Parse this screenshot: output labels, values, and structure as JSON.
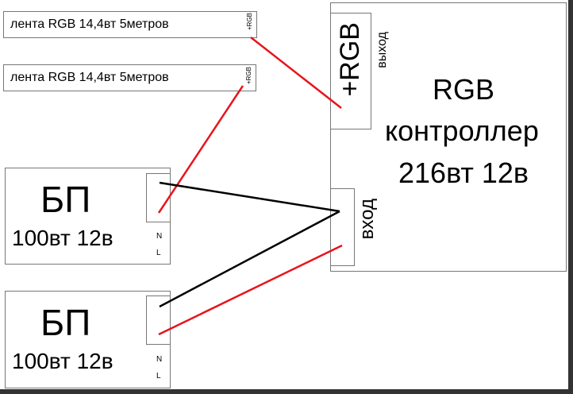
{
  "strips": [
    {
      "label": "лента RGB 14,4вт  5метров",
      "terminal": "+RGB"
    },
    {
      "label": "лента RGB 14,4вт  5метров",
      "terminal": "+RGB"
    }
  ],
  "controller": {
    "line1": "RGB",
    "line2": "контроллер",
    "line3": "216вт 12в",
    "output_terminal": "+RGB",
    "output_label": "выход",
    "input_label": "вход"
  },
  "psus": [
    {
      "title": "БП",
      "spec": "100вт 12в",
      "n": "N",
      "l": "L"
    },
    {
      "title": "БП",
      "spec": "100вт 12в",
      "n": "N",
      "l": "L"
    }
  ],
  "colors": {
    "positive_wire": "#e8141b",
    "negative_wire": "#000000"
  }
}
